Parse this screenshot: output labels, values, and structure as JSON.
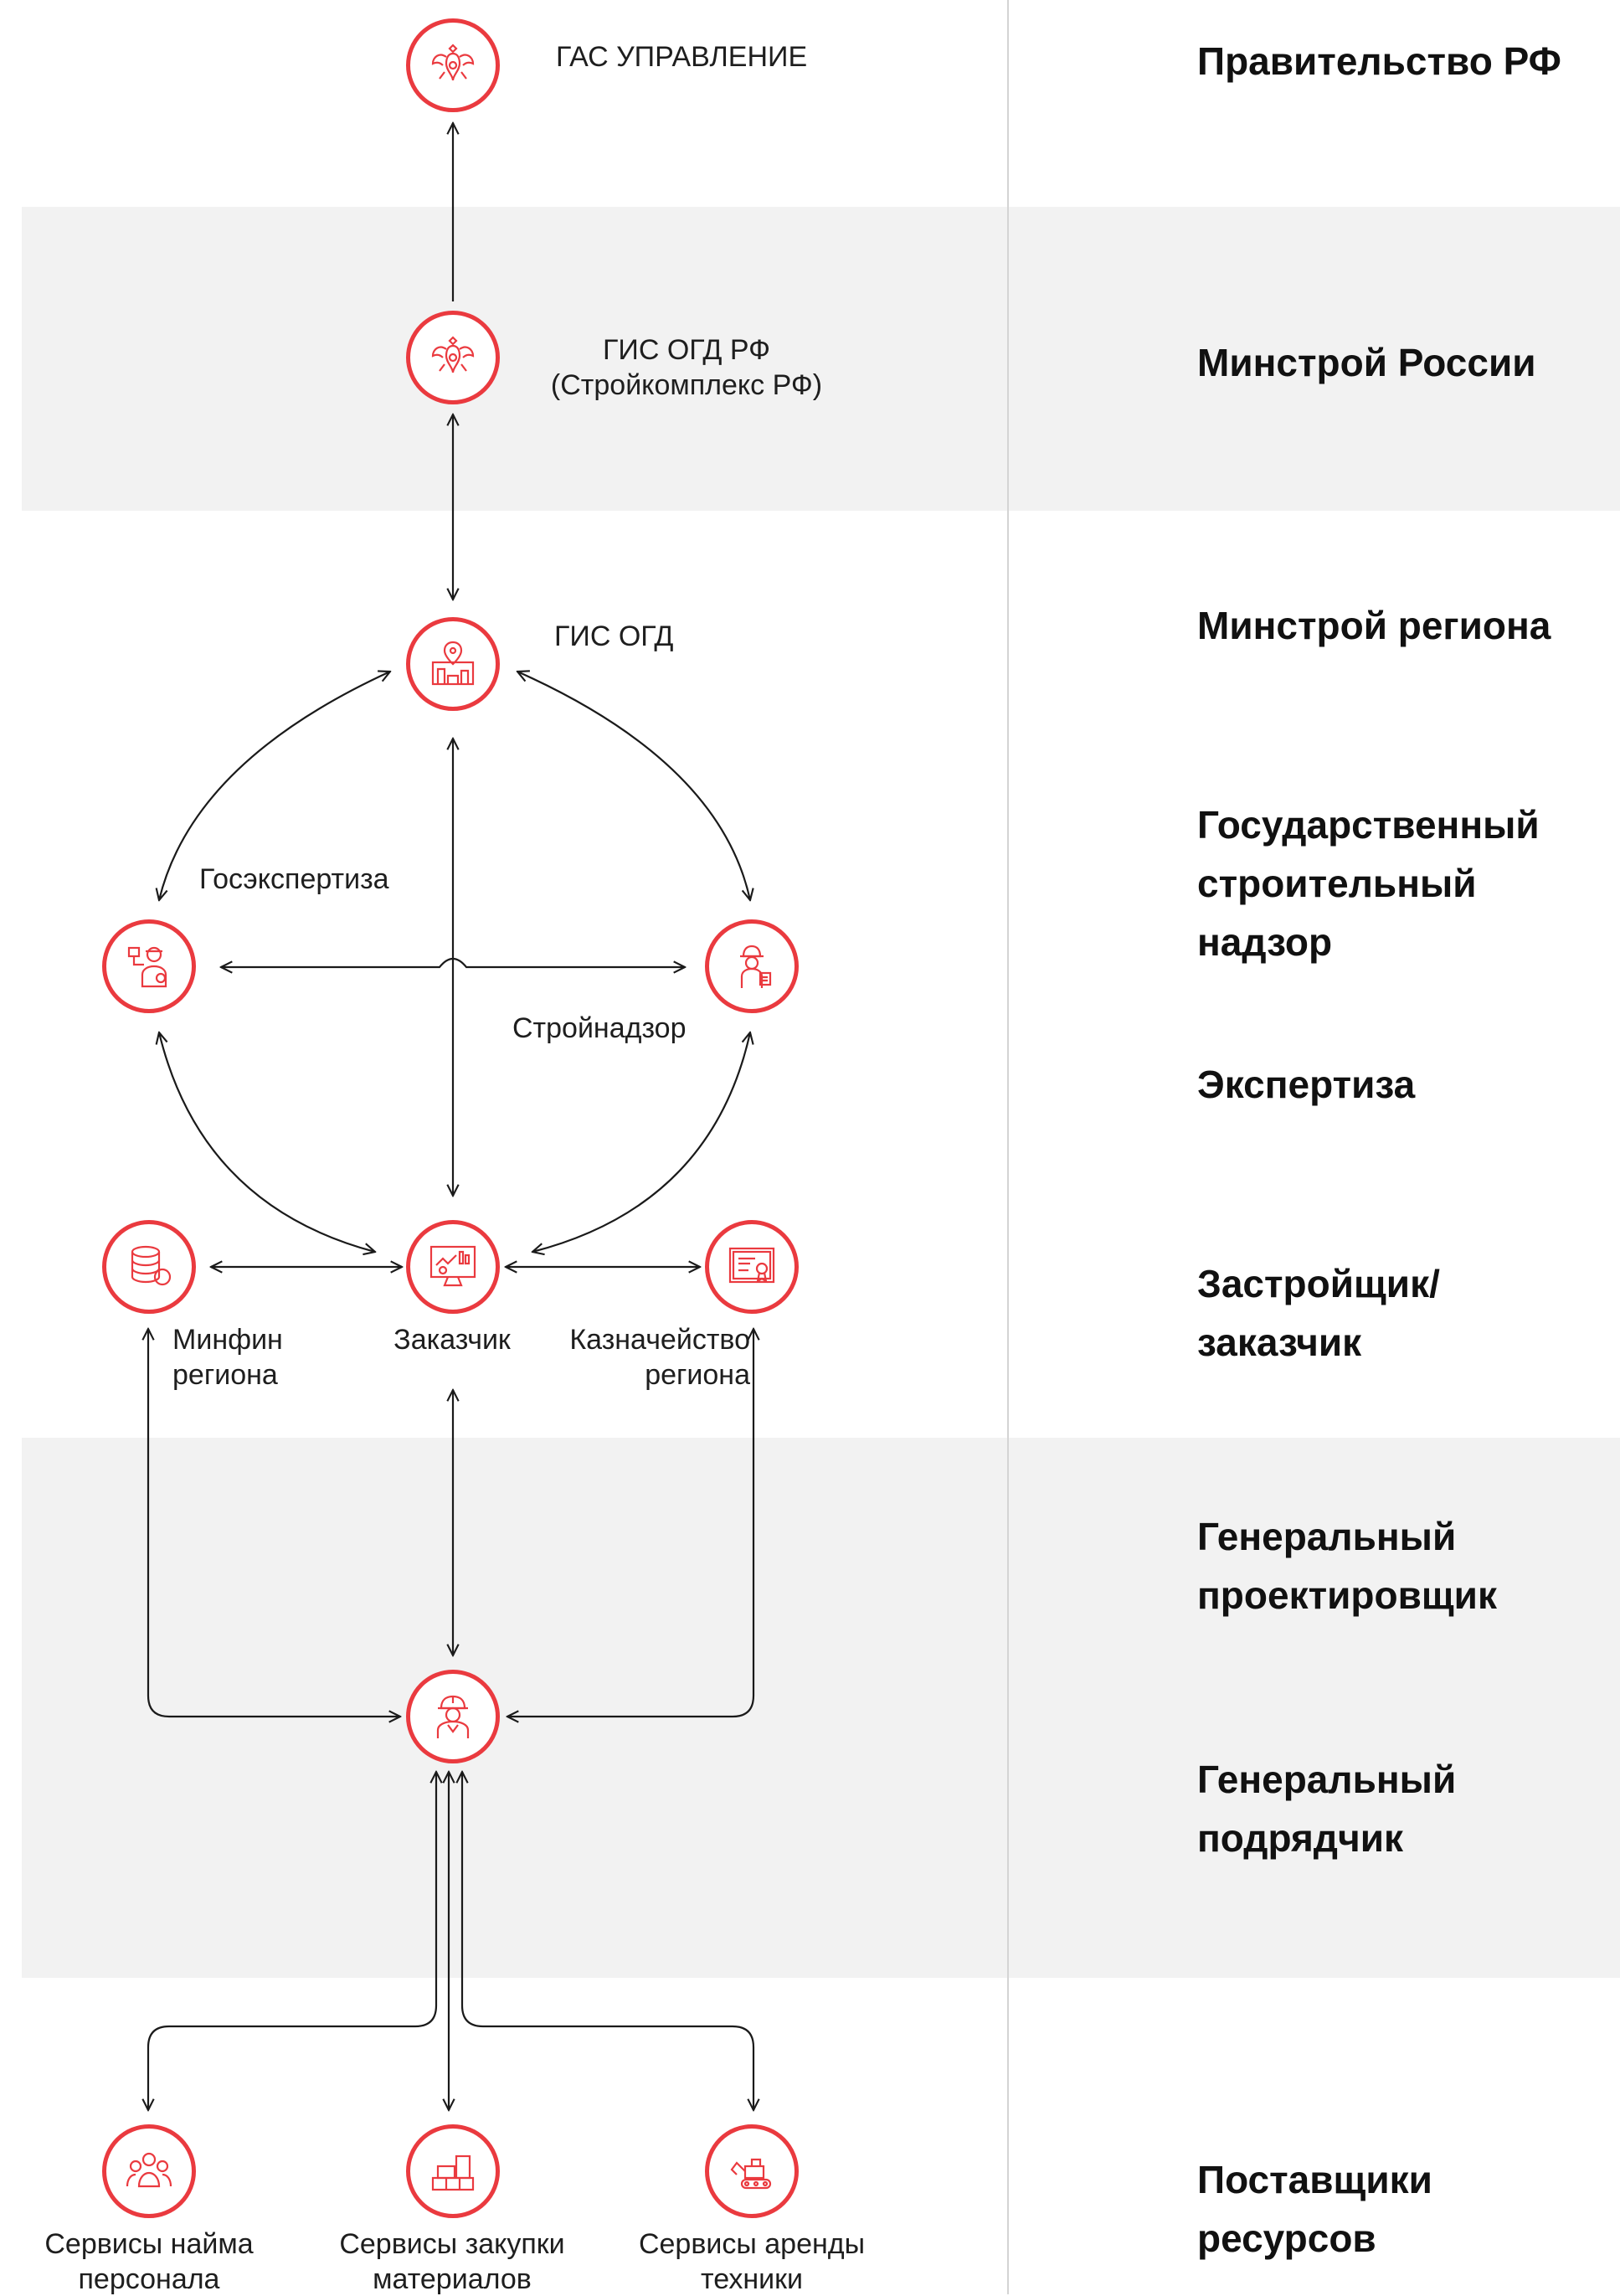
{
  "nodes": {
    "gas": {
      "label": "ГАС УПРАВЛЕНИЕ",
      "icon": "coat-of-arms-icon"
    },
    "gis_rf": {
      "label_line1": "ГИС ОГД РФ",
      "label_line2": "(Стройкомплекс РФ)",
      "icon": "coat-of-arms-icon"
    },
    "gis_ogd": {
      "label": "ГИС ОГД",
      "icon": "city-map-pin-icon"
    },
    "expertise": {
      "label": "Госэкспертиза",
      "icon": "expert-icon"
    },
    "supervision": {
      "label": "Стройнадзор",
      "icon": "inspector-icon"
    },
    "minfin": {
      "label_line1": "Минфин",
      "label_line2": "региона",
      "icon": "database-icon"
    },
    "customer": {
      "label": "Заказчик",
      "icon": "dashboard-monitor-icon"
    },
    "treasury": {
      "label_line1": "Казначейство",
      "label_line2": "региона",
      "icon": "certificate-icon"
    },
    "contractor": {
      "icon": "worker-helmet-icon"
    },
    "staff": {
      "label_line1": "Сервисы найма",
      "label_line2": "персонала",
      "icon": "team-icon"
    },
    "materials": {
      "label_line1": "Сервисы закупки",
      "label_line2": "материалов",
      "icon": "bricks-icon"
    },
    "machinery": {
      "label_line1": "Сервисы аренды",
      "label_line2": "техники",
      "icon": "excavator-icon"
    }
  },
  "roles": [
    "Правительство РФ",
    "Минстрой России",
    "Минстрой региона",
    "Государственный строительный надзор",
    "Экспертиза",
    "Застройщик/ заказчик",
    "Генеральный проектировщик",
    "Генеральный подрядчик",
    "Поставщики ресурсов"
  ],
  "colors": {
    "accent": "#ea3a3f",
    "band": "#f2f2f2",
    "line": "#1a1a1a",
    "divider": "#d4d4d4"
  }
}
